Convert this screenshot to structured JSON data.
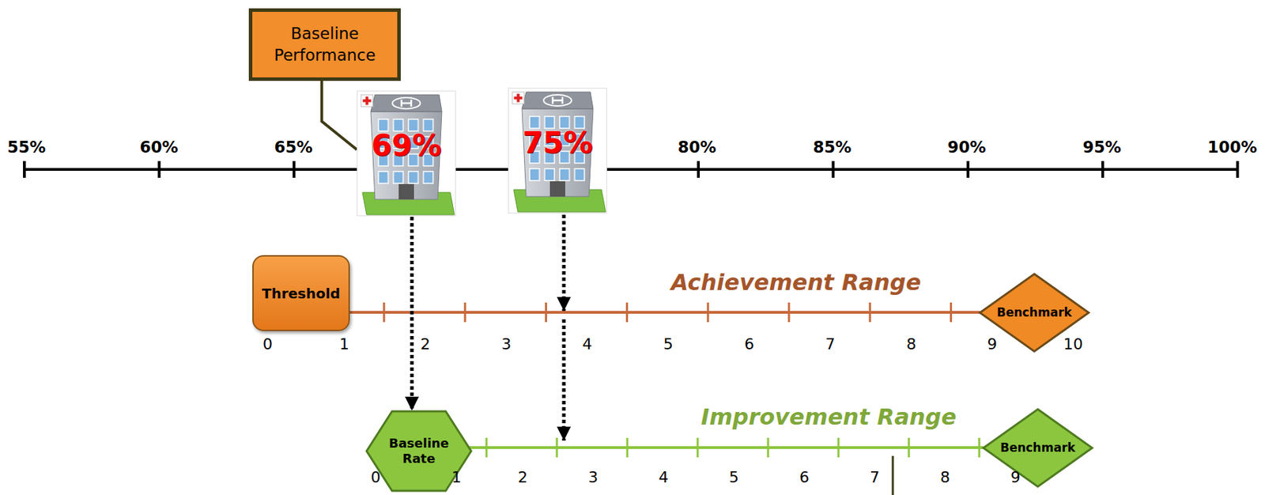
{
  "diagram": {
    "nodes": [
      {
        "text": [
          "Baseline Performance"
        ]
      },
      {
        "text": [
          "69%"
        ]
      },
      {
        "text": [
          "75%"
        ]
      },
      {
        "text": [
          "Threshold"
        ]
      },
      {
        "text": [
          "Benchmark"
        ]
      },
      {
        "text": [
          "Baseline Rate"
        ]
      },
      {
        "text": [
          "Benchmark"
        ]
      }
    ],
    "edges": [
      {
        "from": 0,
        "to": 1,
        "arrow": "none"
      },
      {
        "from": 1,
        "to": 5,
        "arrow": "to"
      }
    ],
    "labels": [
      "55%",
      "60%",
      "65%",
      "80%",
      "85%",
      "90%",
      "95%",
      "100%",
      "Achievement Range",
      "0",
      "1",
      "2",
      "3",
      "4",
      "5",
      "6",
      "7",
      "8",
      "9",
      "10",
      "Improvement Range",
      "0",
      "1",
      "2",
      "3",
      "4",
      "5",
      "6",
      "7",
      "8",
      "9"
    ]
  }
}
